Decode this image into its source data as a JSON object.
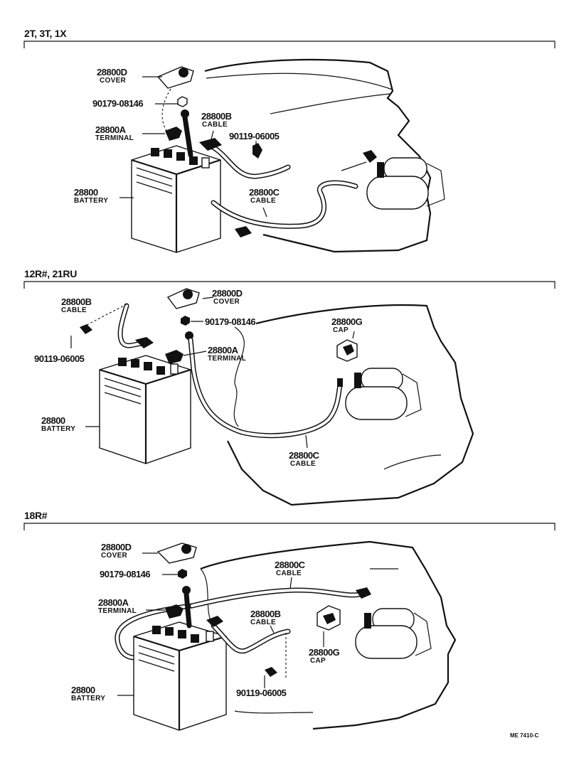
{
  "footer_code": "ME 7410-C",
  "sections": [
    {
      "title": "2T, 3T, 1X",
      "labels": {
        "cover_pn": "28800D",
        "cover_name": "COVER",
        "nut_pn": "90179-08146",
        "term_pn": "28800A",
        "term_name": "TERMINAL",
        "cableb_pn": "28800B",
        "cableb_name": "CABLE",
        "bolt_pn": "90119-06005",
        "batt_pn": "28800",
        "batt_name": "BATTERY",
        "cablec_pn": "28800C",
        "cablec_name": "CABLE"
      }
    },
    {
      "title": "12R#, 21RU",
      "labels": {
        "cableb_pn": "28800B",
        "cableb_name": "CABLE",
        "cover_pn": "28800D",
        "cover_name": "COVER",
        "nut_pn": "90179-08146",
        "cap_pn": "28800G",
        "cap_name": "CAP",
        "term_pn": "28800A",
        "term_name": "TERMINAL",
        "bolt_pn": "90119-06005",
        "batt_pn": "28800",
        "batt_name": "BATTERY",
        "cablec_pn": "28800C",
        "cablec_name": "CABLE"
      }
    },
    {
      "title": "18R#",
      "labels": {
        "cover_pn": "28800D",
        "cover_name": "COVER",
        "nut_pn": "90179-08146",
        "cablec_pn": "28800C",
        "cablec_name": "CABLE",
        "term_pn": "28800A",
        "term_name": "TERMINAL",
        "cableb_pn": "28800B",
        "cableb_name": "CABLE",
        "cap_pn": "28800G",
        "cap_name": "CAP",
        "batt_pn": "28800",
        "batt_name": "BATTERY",
        "bolt_pn": "90119-06005"
      }
    }
  ]
}
